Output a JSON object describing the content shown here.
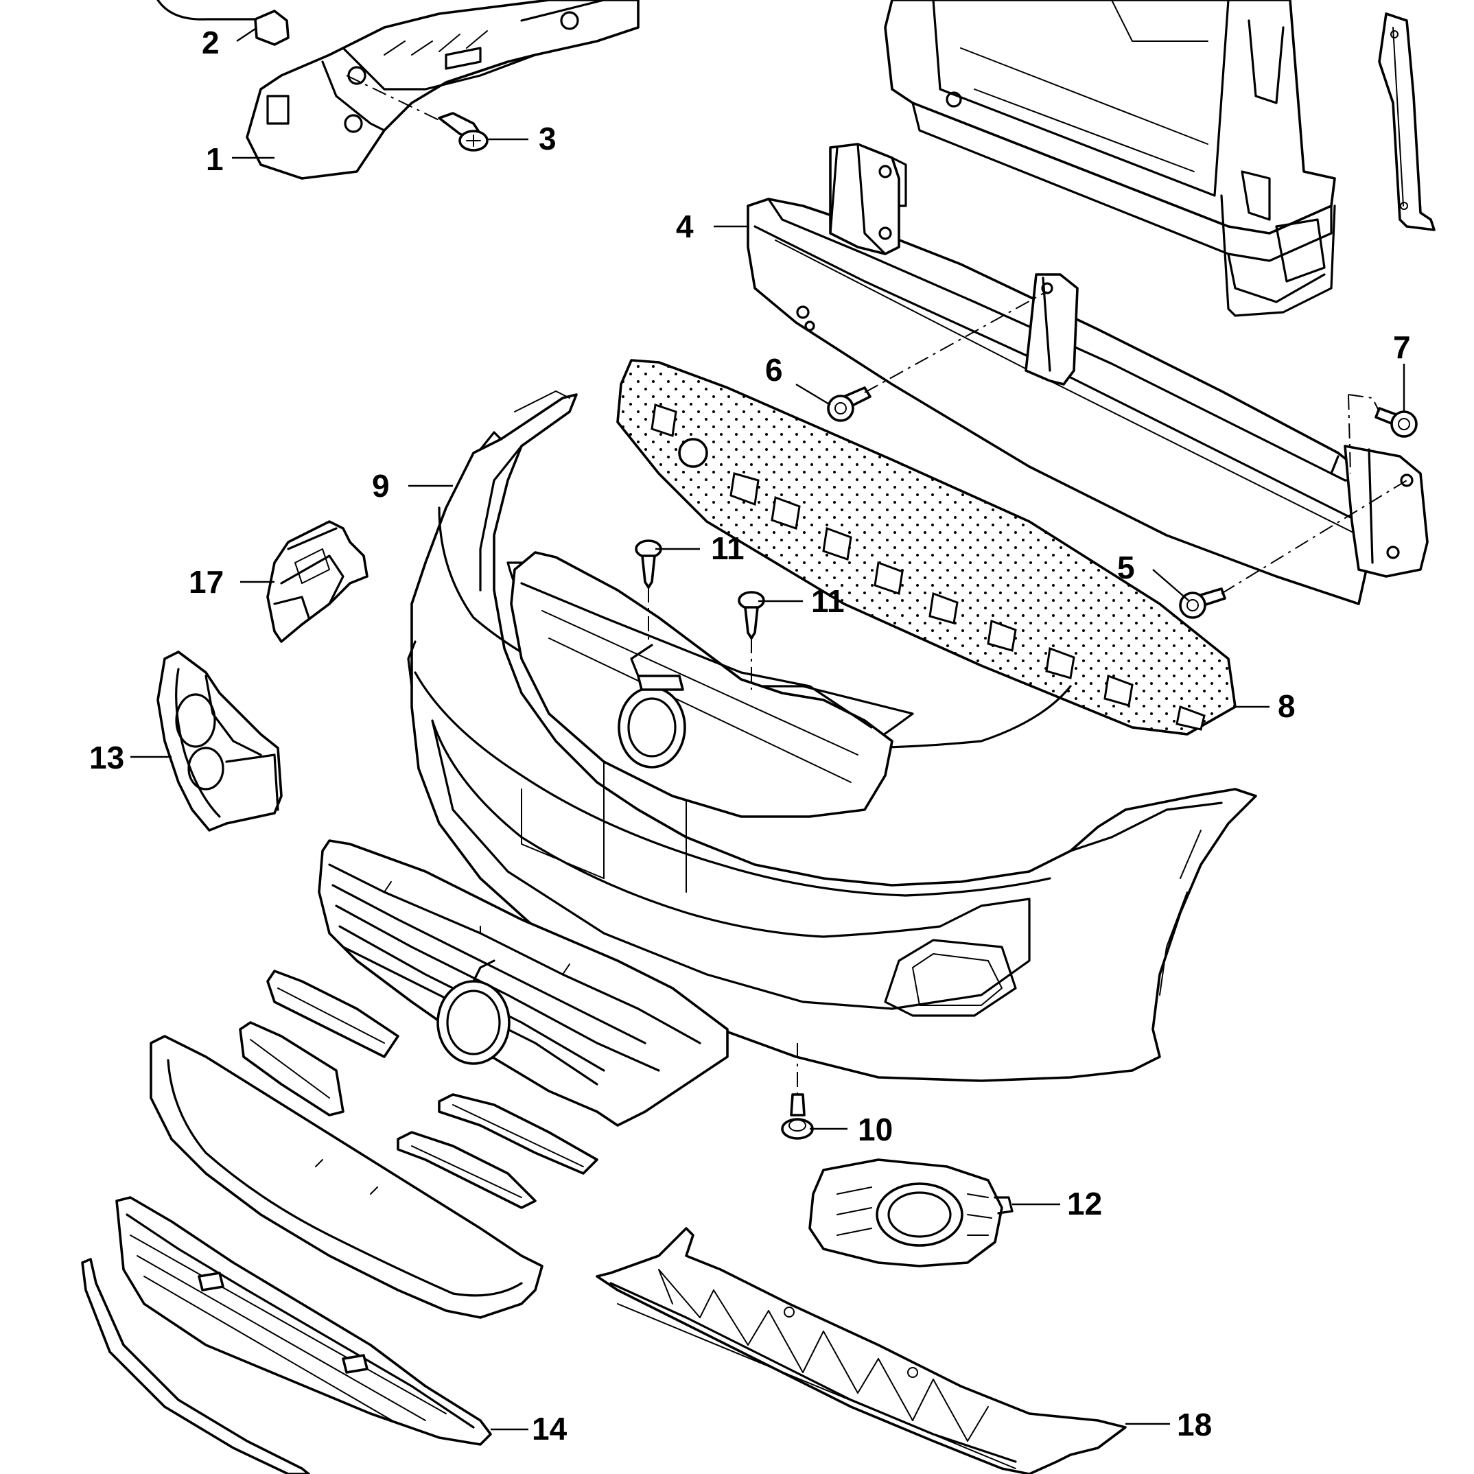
{
  "callouts": [
    {
      "id": "1",
      "label": "1"
    },
    {
      "id": "2",
      "label": "2"
    },
    {
      "id": "3",
      "label": "3"
    },
    {
      "id": "4",
      "label": "4"
    },
    {
      "id": "5",
      "label": "5"
    },
    {
      "id": "6",
      "label": "6"
    },
    {
      "id": "7",
      "label": "7"
    },
    {
      "id": "8",
      "label": "8"
    },
    {
      "id": "9",
      "label": "9"
    },
    {
      "id": "10",
      "label": "10"
    },
    {
      "id": "11a",
      "label": "11"
    },
    {
      "id": "11b",
      "label": "11"
    },
    {
      "id": "12",
      "label": "12"
    },
    {
      "id": "13",
      "label": "13"
    },
    {
      "id": "14",
      "label": "14"
    },
    {
      "id": "17",
      "label": "17"
    },
    {
      "id": "18",
      "label": "18"
    }
  ]
}
